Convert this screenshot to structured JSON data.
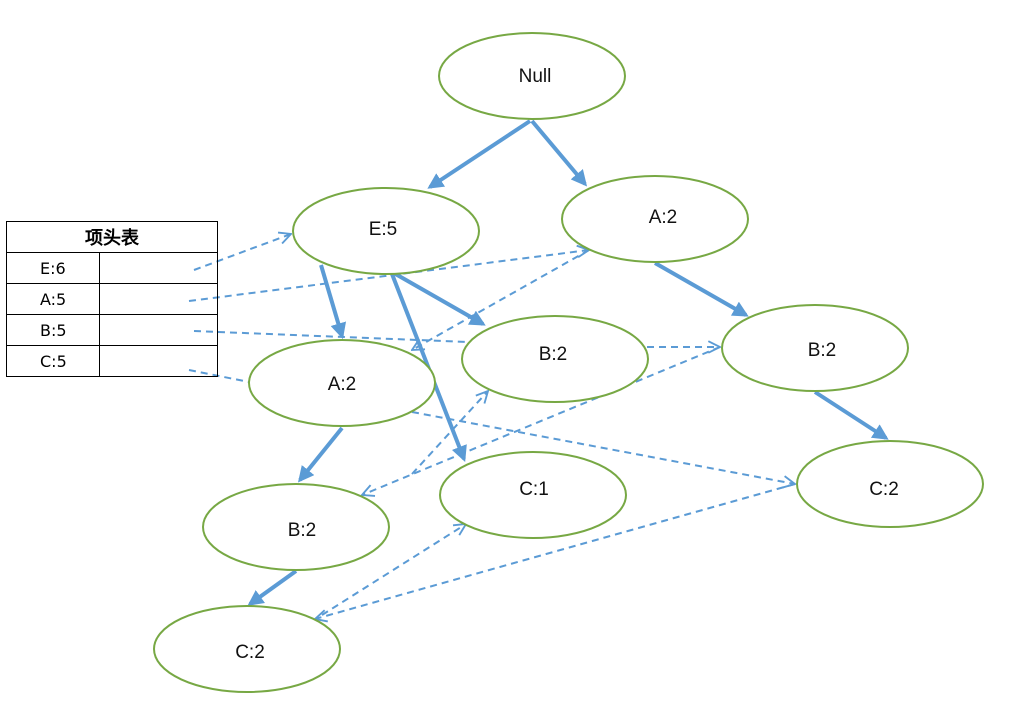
{
  "header_table": {
    "title": "项头表",
    "items": [
      {
        "label": "E:6"
      },
      {
        "label": "A:5"
      },
      {
        "label": "B:5"
      },
      {
        "label": "C:5"
      }
    ]
  },
  "nodes": {
    "root": {
      "label": "Null"
    },
    "e5": {
      "label": "E:5"
    },
    "a2_top": {
      "label": "A:2"
    },
    "a2_mid": {
      "label": "A:2"
    },
    "b2_mid": {
      "label": "B:2"
    },
    "b2_right": {
      "label": "B:2"
    },
    "c1": {
      "label": "C:1"
    },
    "c2_right": {
      "label": "C:2"
    },
    "b2_left": {
      "label": "B:2"
    },
    "c2_bottom": {
      "label": "C:2"
    }
  },
  "colors": {
    "edge": "#5b9bd5",
    "node_border": "#77a844"
  }
}
